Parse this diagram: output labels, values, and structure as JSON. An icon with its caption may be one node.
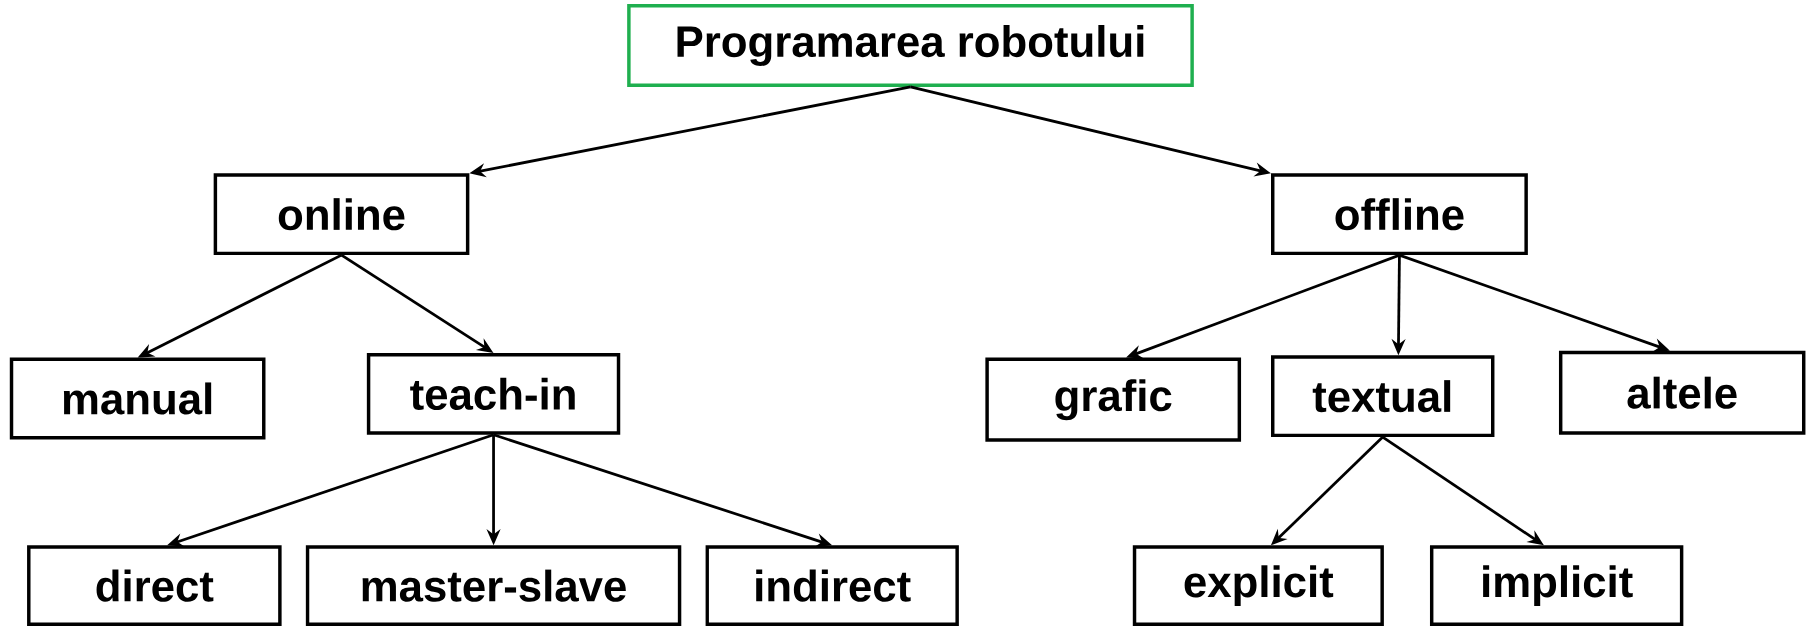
{
  "diagram": {
    "nodes": [
      {
        "text": [
          "Programarea robotului"
        ]
      },
      {
        "text": [
          "online"
        ]
      },
      {
        "text": [
          "offline"
        ]
      },
      {
        "text": [
          "manual"
        ]
      },
      {
        "text": [
          "teach-in"
        ]
      },
      {
        "text": [
          "grafic"
        ]
      },
      {
        "text": [
          "textual"
        ]
      },
      {
        "text": [
          "altele"
        ]
      },
      {
        "text": [
          "direct"
        ]
      },
      {
        "text": [
          "master-slave"
        ]
      },
      {
        "text": [
          "indirect"
        ]
      },
      {
        "text": [
          "explicit"
        ]
      },
      {
        "text": [
          "implicit"
        ]
      }
    ],
    "edges": [
      {
        "from": 0,
        "to": 1,
        "arrow": "to"
      },
      {
        "from": 0,
        "to": 2,
        "arrow": "to"
      },
      {
        "from": 1,
        "to": 3,
        "arrow": "to"
      },
      {
        "from": 1,
        "to": 4,
        "arrow": "to"
      },
      {
        "from": 2,
        "to": 5,
        "arrow": "to"
      },
      {
        "from": 2,
        "to": 6,
        "arrow": "to"
      },
      {
        "from": 2,
        "to": 7,
        "arrow": "to"
      },
      {
        "from": 4,
        "to": 8,
        "arrow": "to"
      },
      {
        "from": 4,
        "to": 9,
        "arrow": "to"
      },
      {
        "from": 4,
        "to": 10,
        "arrow": "to"
      },
      {
        "from": 6,
        "to": 11,
        "arrow": "to"
      },
      {
        "from": 6,
        "to": 12,
        "arrow": "to"
      }
    ]
  }
}
